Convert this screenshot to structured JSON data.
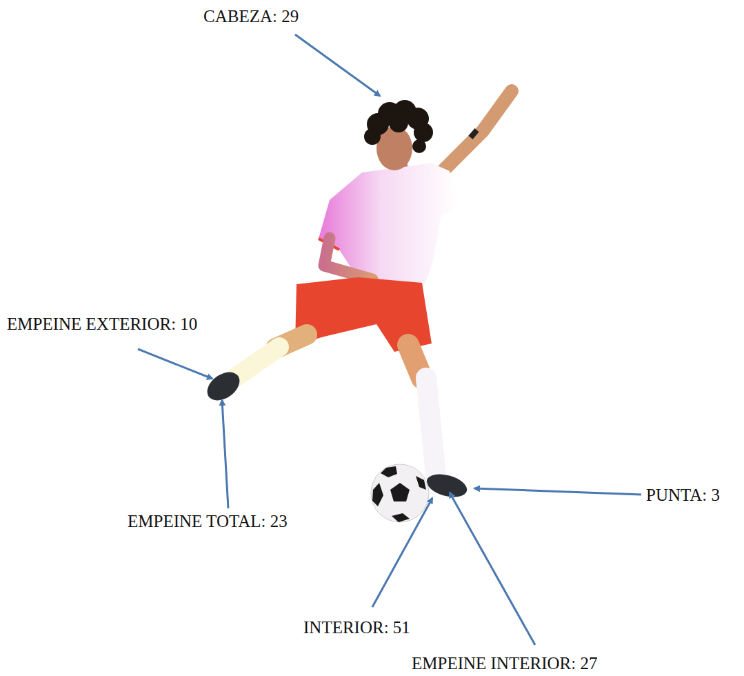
{
  "diagram": {
    "labels": [
      "CABEZA: 29",
      "EMPEINE EXTERIOR: 10",
      "EMPEINE TOTAL: 23",
      "PUNTA: 3",
      "INTERIOR: 51",
      "EMPEINE INTERIOR: 27"
    ]
  }
}
